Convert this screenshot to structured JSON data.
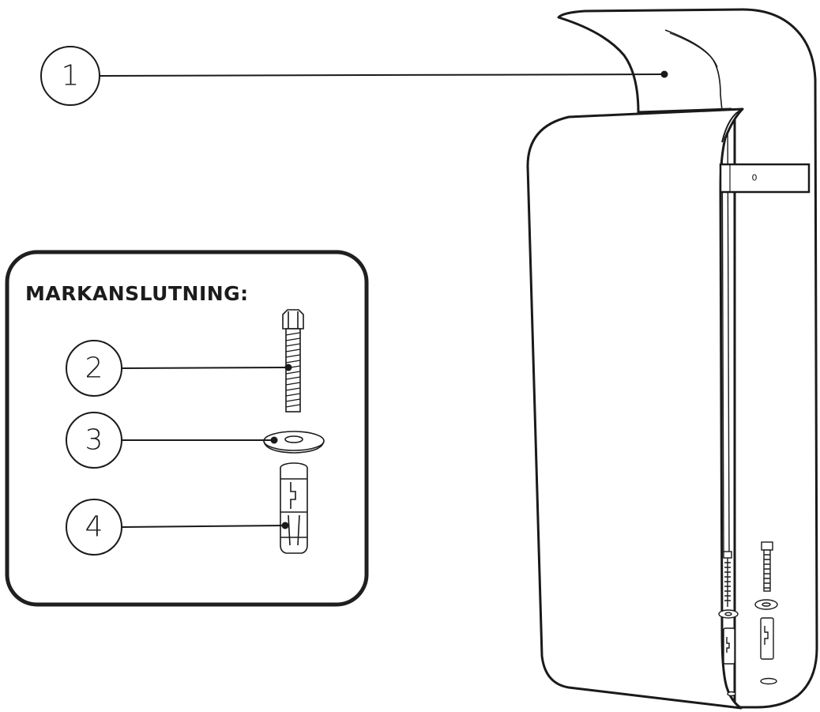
{
  "callouts": [
    {
      "id": "1",
      "label": "1"
    },
    {
      "id": "2",
      "label": "2"
    },
    {
      "id": "3",
      "label": "3"
    },
    {
      "id": "4",
      "label": "4"
    }
  ],
  "panel": {
    "title": "MARKANSLUTNING:"
  },
  "mount_bracket": {
    "label": "0"
  },
  "colors": {
    "line": "#1a1a1a",
    "background": "#ffffff"
  }
}
